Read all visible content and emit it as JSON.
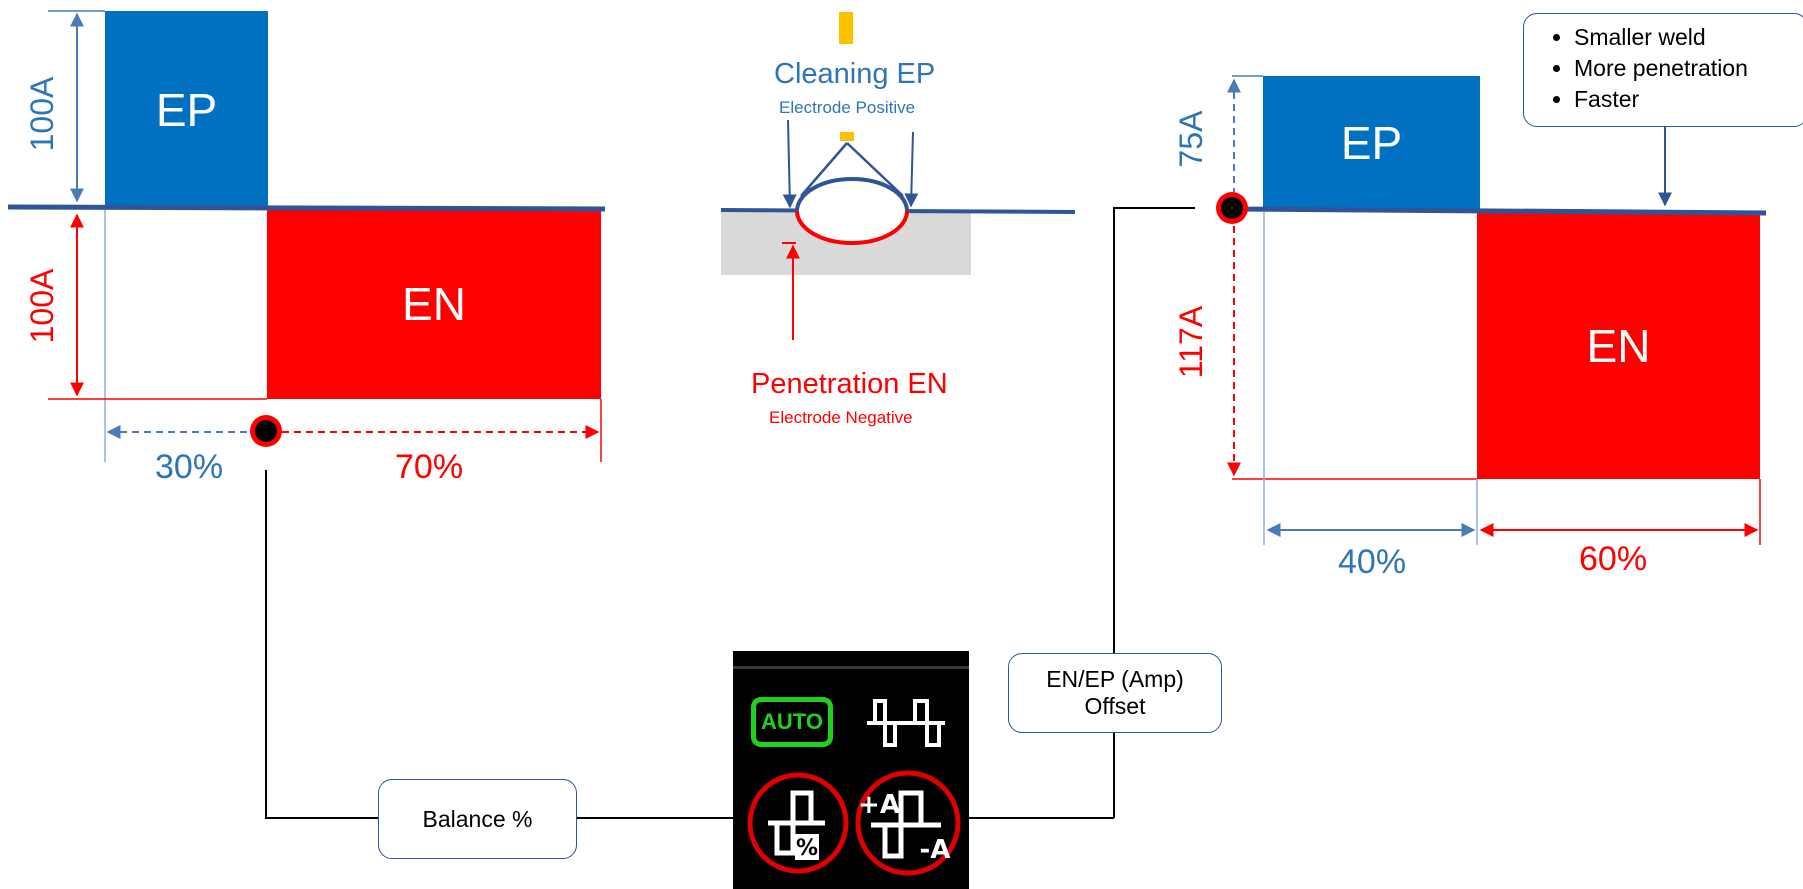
{
  "left": {
    "ep_label": "EP",
    "en_label": "EN",
    "ep_amp": "100A",
    "en_amp": "100A",
    "ep_pct": "30%",
    "en_pct": "70%"
  },
  "center": {
    "cleaning_title": "Cleaning EP",
    "cleaning_sub": "Electrode Positive",
    "penetration_title": "Penetration EN",
    "penetration_sub": "Electrode Negative"
  },
  "right": {
    "ep_label": "EP",
    "en_label": "EN",
    "ep_amp": "75A",
    "en_amp": "117A",
    "ep_pct": "40%",
    "en_pct": "60%",
    "bullets": [
      "Smaller weld",
      "More penetration",
      "Faster"
    ]
  },
  "callouts": {
    "balance": "Balance %",
    "offset_line1": "EN/EP (Amp)",
    "offset_line2": "Offset"
  },
  "panel": {
    "auto_label": "AUTO",
    "icons": [
      "ac-waveform-icon",
      "balance-percent-icon",
      "amp-offset-icon"
    ]
  },
  "colors": {
    "ep_blue": "#0070c0",
    "en_red": "#ff0000",
    "baseline": "#2f5597",
    "panel_green": "#1fd11f",
    "highlight_ring": "#e00000"
  }
}
